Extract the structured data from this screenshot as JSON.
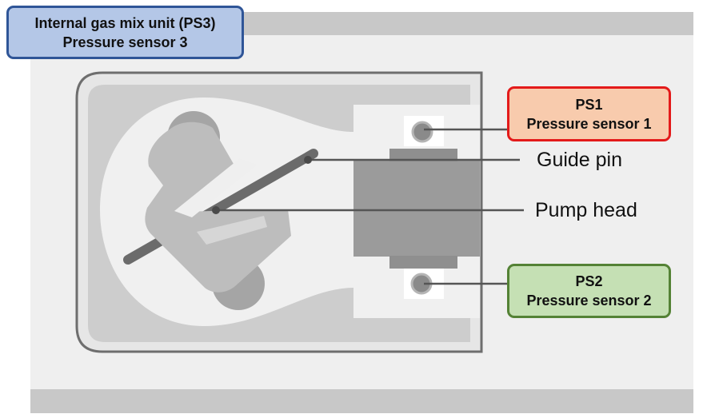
{
  "colors": {
    "rail": "#c8c8c8",
    "housing_face": "#e6e6e6",
    "housing_outline": "#6e6e6e",
    "cavity": "#cdcdcd",
    "chamber": "#f0f0f0",
    "rotor": "#bdbdbd",
    "pin": "#6b6b6b",
    "block": "#9b9b9b",
    "leader": "#555555",
    "ps1_fill": "#f8cbad",
    "ps1_border": "#e31a1a",
    "ps2_fill": "#c5e0b4",
    "ps2_border": "#548235",
    "ps3_fill": "#b4c7e7",
    "ps3_border": "#2f5597"
  },
  "callouts": {
    "ps3": {
      "line1": "Internal gas mix unit (PS3)",
      "line2": "Pressure sensor 3"
    },
    "ps1": {
      "line1": "PS1",
      "line2": "Pressure sensor 1"
    },
    "ps2": {
      "line1": "PS2",
      "line2": "Pressure sensor 2"
    }
  },
  "labels": {
    "guide_pin": "Guide pin",
    "pump_head": "Pump head"
  }
}
